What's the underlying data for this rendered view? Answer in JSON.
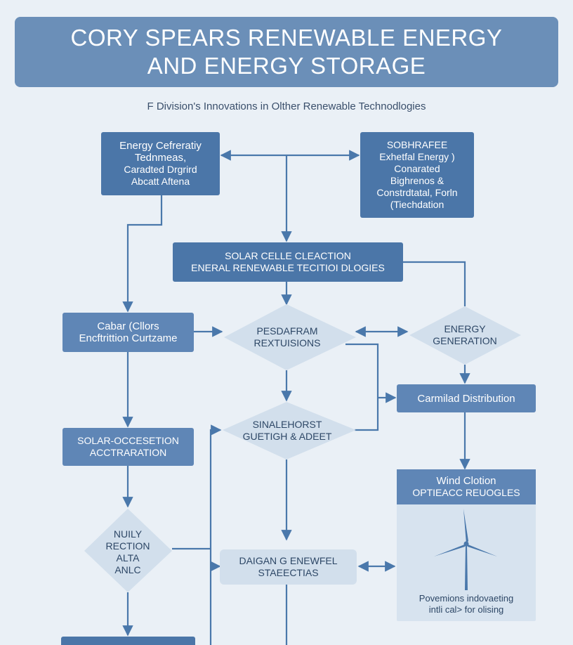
{
  "title": {
    "line1": "CORY SPEARS RENEWABLE ENERGY",
    "line2": "AND ENERGY STORAGE"
  },
  "subtitle": "F Division's Innovations in Olther Renewable Technodlogies",
  "nodes": {
    "energy_technologies": [
      "Energy Cefreratiy",
      "Tednmeas,",
      "Caradted Drgrird",
      "Abcatt Aftena"
    ],
    "sophrafee": [
      "SOBHRAFEE",
      "Exhetfal Energy )",
      "Conarated",
      "Bighrenos &",
      "Constrdtatal, Forln",
      "(Tiechdation"
    ],
    "solar_cell": [
      "SOLAR CELLE CLEACTION",
      "ENERAL RENEWABLE TECITIOI DLOGIES"
    ],
    "cabar_cllors": [
      "Cabar (Cllors",
      "Encftrittion Curtzame"
    ],
    "pesdafram": [
      "PESDAFRAM",
      "REXTUISIONS"
    ],
    "energy_generation": [
      "ENERGY",
      "GENERATION"
    ],
    "carmilad_distribution": [
      "Carmilad Distribution"
    ],
    "solar_occ": [
      "SOLAR-OCCESETION",
      "ACCTRARATION"
    ],
    "sinalehorst": [
      "SINALEHORST",
      "GUETIGH & ADEET"
    ],
    "wind": [
      "Wind Clotion",
      "OPTIEACC REUOGLES"
    ],
    "nuily": [
      "NUILY",
      "RECTION",
      "ALTA",
      "ANLC"
    ],
    "daigan": [
      "DAIGAN G ENEWFEL",
      "STAEECTIAS"
    ]
  },
  "wind_panel": {
    "icon": "wind-turbine-icon",
    "caption": [
      "Povemions indovaeting",
      "intli cal> for olising"
    ]
  },
  "colors": {
    "background": "#eaf0f6",
    "banner": "#6b8fb8",
    "dark_node": "#4b76a8",
    "pale_node": "#d2dfec",
    "connector": "#4a78ab"
  }
}
